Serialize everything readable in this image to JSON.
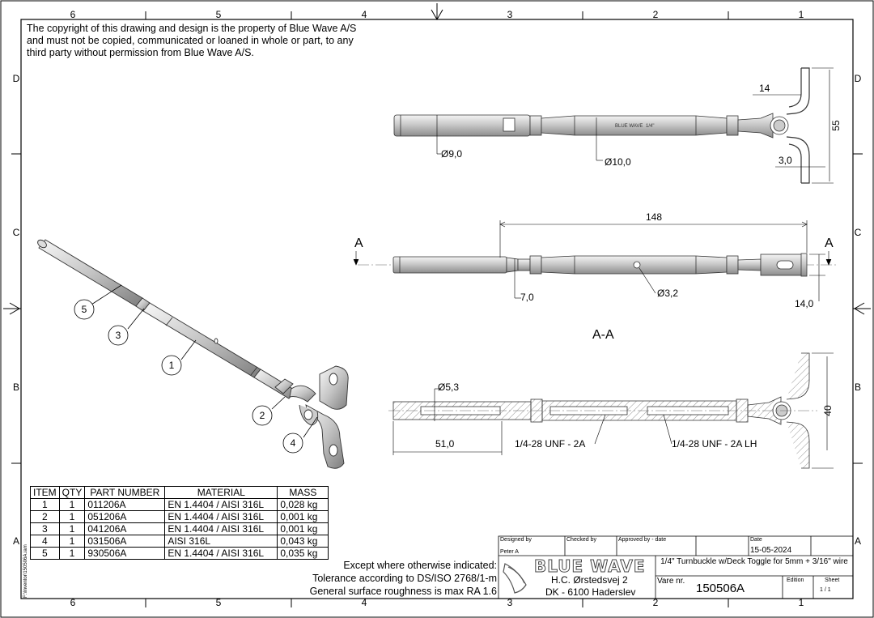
{
  "copyright": [
    "The copyright of this drawing and design is the property of Blue Wave A/S",
    "and must not be copied, communicated or loaned in whole or part, to any",
    "third party without permission from Blue Wave A/S."
  ],
  "border": {
    "columns": [
      "6",
      "5",
      "4",
      "3",
      "2",
      "1"
    ],
    "rows": [
      "D",
      "C",
      "B",
      "A"
    ]
  },
  "dimensions": {
    "d9": "Ø9,0",
    "d10": "Ø10,0",
    "d14": "14",
    "d55": "55",
    "d3": "3,0",
    "d148": "148",
    "d7": "7,0",
    "d32": "Ø3,2",
    "d14b": "14,0",
    "d53": "Ø5,3",
    "d51": "51,0",
    "d40": "40",
    "thread1": "1/4-28 UNF - 2A",
    "thread2": "1/4-28 UNF - 2A LH"
  },
  "section": {
    "left_mark": "A",
    "right_mark": "A",
    "label": "A-A"
  },
  "balloons": [
    "5",
    "3",
    "1",
    "2",
    "4"
  ],
  "bom": {
    "headers": [
      "ITEM",
      "QTY",
      "PART NUMBER",
      "MATERIAL",
      "MASS"
    ],
    "rows": [
      [
        "1",
        "1",
        "011206A",
        "EN 1.4404 / AISI 316L",
        "0,028 kg"
      ],
      [
        "2",
        "1",
        "051206A",
        "EN 1.4404 / AISI 316L",
        "0,001 kg"
      ],
      [
        "3",
        "1",
        "041206A",
        "EN 1.4404 / AISI 316L",
        "0,001 kg"
      ],
      [
        "4",
        "1",
        "031506A",
        "AISI 316L",
        "0,043 kg"
      ],
      [
        "5",
        "1",
        "930506A",
        "EN 1.4404 / AISI 316L",
        "0,035 kg"
      ]
    ]
  },
  "notes": [
    "Except where otherwise indicated:",
    "Tolerance according to DS/ISO 2768/1-m",
    "General surface roughness is max RA 1.6"
  ],
  "side_text": "F:\\Inventor\\150506A.iam",
  "title_block": {
    "designed_by_label": "Designed by",
    "designed_by": "Peter A",
    "checked_by_label": "Checked by",
    "approved_label": "Approved by - date",
    "date_label": "Date",
    "date": "15-05-2024",
    "logo": "BLUE WAVE",
    "address1": "H.C. Ørstedsvej 2",
    "address2": "DK - 6100 Haderslev",
    "description": "1/4\" Turnbuckle w/Deck Toggle for 5mm + 3/16\" wire",
    "vare_label": "Vare nr.",
    "vare_nr": "150506A",
    "edition_label": "Edition",
    "sheet_label": "Sheet",
    "sheet": "1  /  1"
  },
  "product_marks": {
    "brand": "BLUE WAVE",
    "size": "1/4\""
  }
}
